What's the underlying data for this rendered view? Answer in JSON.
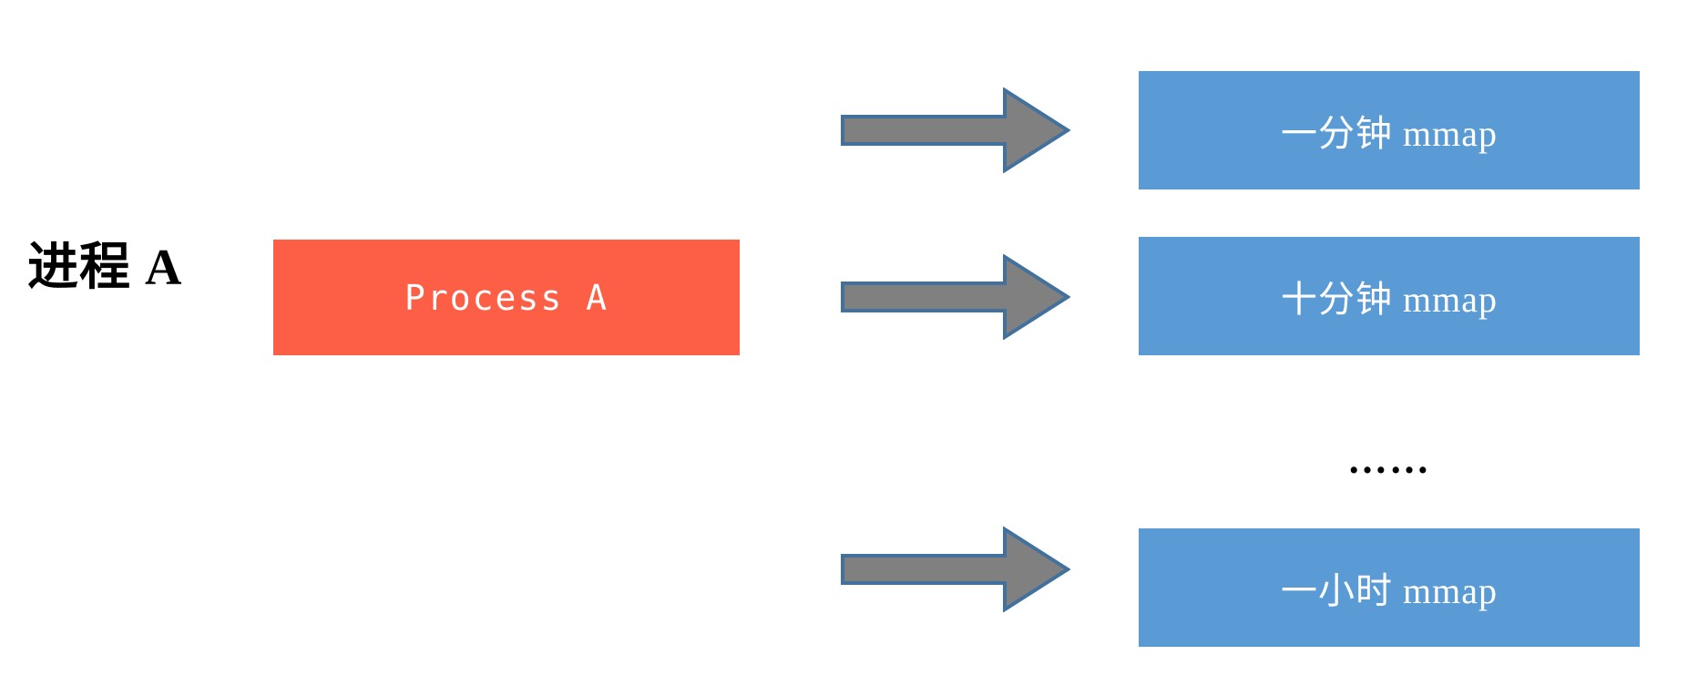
{
  "diagram": {
    "title": "Process A mmap timing diagram",
    "colors": {
      "process_box_fill": "#FC5F46",
      "mmap_box_fill": "#5B9BD5",
      "arrow_fill": "#808080",
      "arrow_stroke": "#41719C",
      "text_on_fill": "#FFFFFF",
      "label_text": "#000000",
      "background": "#FFFFFF"
    },
    "left_label": {
      "text": "进程 A"
    },
    "process_box": {
      "text": "Process A"
    },
    "arrows": [
      {
        "name": "arrow-to-one-minute-mmap"
      },
      {
        "name": "arrow-to-ten-minute-mmap"
      },
      {
        "name": "arrow-to-one-hour-mmap"
      }
    ],
    "mmap_boxes": [
      {
        "text": "一分钟 mmap"
      },
      {
        "text": "十分钟 mmap"
      },
      {
        "text": "一小时 mmap"
      }
    ],
    "ellipsis": {
      "text": "……"
    }
  }
}
